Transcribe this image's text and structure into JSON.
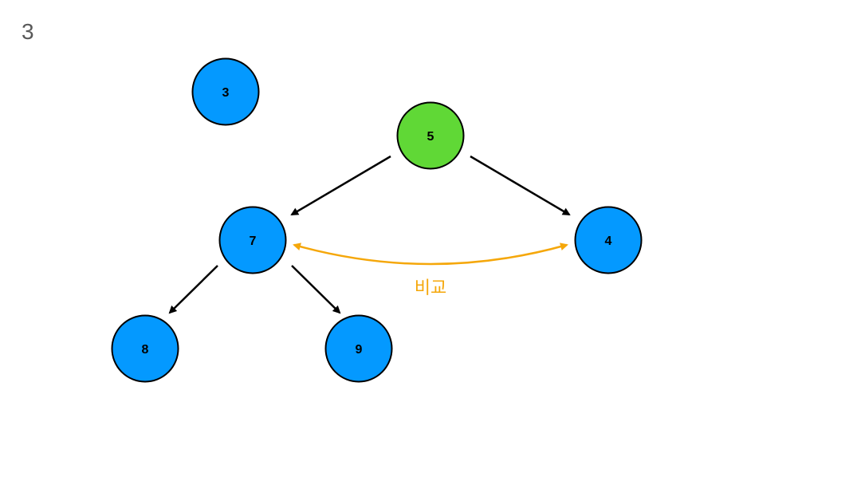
{
  "slide": {
    "number": "3"
  },
  "colors": {
    "node_default": "#0499ff",
    "node_highlight": "#60d836",
    "node_stroke": "#000000",
    "edge": "#000000",
    "compare": "#f5a70a"
  },
  "nodes": {
    "n3": {
      "label": "3"
    },
    "n5": {
      "label": "5"
    },
    "n7": {
      "label": "7"
    },
    "n4": {
      "label": "4"
    },
    "n8": {
      "label": "8"
    },
    "n9": {
      "label": "9"
    }
  },
  "compare": {
    "label": "비교"
  }
}
